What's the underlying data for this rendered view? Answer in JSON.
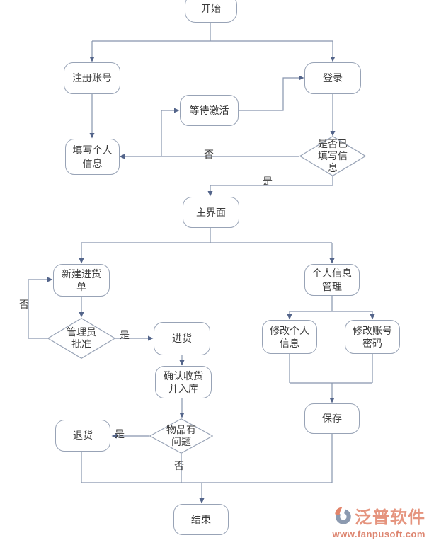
{
  "diagram": {
    "nodes": {
      "start": "开始",
      "register": "注册账号",
      "login": "登录",
      "wait_activation": "等待激活",
      "fill_personal_info": "填写个人信息",
      "has_filled_info": "是否已填写信息",
      "main_screen": "主界面",
      "new_purchase_order": "新建进货单",
      "admin_approve": "管理员批准",
      "purchase": "进货",
      "confirm_receive": "确认收货并入库",
      "personal_info_mgmt": "个人信息管理",
      "modify_personal_info": "修改个人信息",
      "modify_password": "修改账号密码",
      "save": "保存",
      "return_goods": "退货",
      "item_problem": "物品有问题",
      "end": "结束"
    },
    "edge_labels": {
      "no_refill": "否",
      "yes_filled": "是",
      "no_approve": "否",
      "yes_approve": "是",
      "yes_problem": "是",
      "no_problem": "否"
    },
    "colors": {
      "line": "#8795ad",
      "arrow": "#53648a",
      "node_border": "#98a3b6",
      "text": "#3c3c3c",
      "brand": "#e5947e"
    }
  },
  "watermark": {
    "brand": "泛普软件",
    "url": "www.fanpusoft.com"
  }
}
